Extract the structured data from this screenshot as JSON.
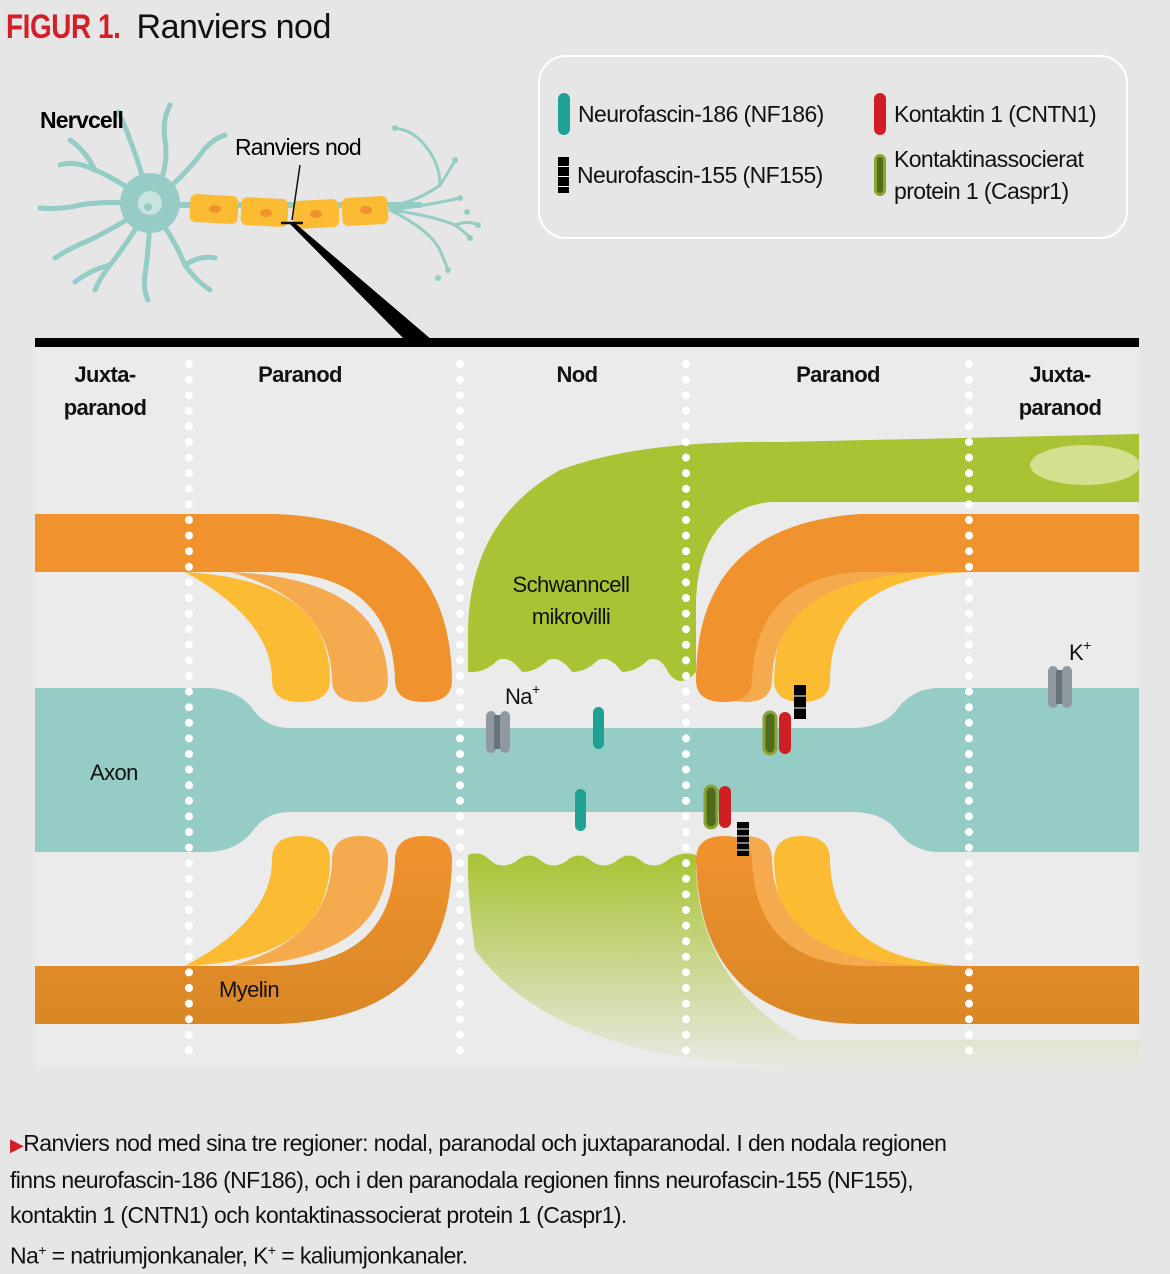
{
  "title": {
    "figure_label": "FIGUR 1.",
    "name": "Ranviers nod"
  },
  "overview": {
    "cell_label": "Nervcell",
    "node_label": "Ranviers nod"
  },
  "legend": {
    "items": [
      {
        "label": "Neurofascin-186 (NF186)",
        "color": "#1fa193",
        "icon": "teal-bar-icon"
      },
      {
        "label": "Neurofascin-155 (NF155)",
        "color": "#000000",
        "icon": "black-segmented-bar-icon"
      },
      {
        "label": "Kontaktin 1 (CNTN1)",
        "color": "#cf1f24",
        "icon": "red-bar-icon"
      },
      {
        "label_line1": "Kontaktinassocierat",
        "label_line2": "protein 1 (Caspr1)",
        "color": "#7f9c2a",
        "icon": "green-outlined-bar-icon"
      }
    ]
  },
  "regions": {
    "juxta_left": {
      "line1": "Juxta-",
      "line2": "paranod"
    },
    "paranod_left": "Paranod",
    "nod": "Nod",
    "paranod_right": "Paranod",
    "juxta_right": {
      "line1": "Juxta-",
      "line2": "paranod"
    }
  },
  "structures": {
    "schwann_line1": "Schwanncell",
    "schwann_line2": "mikrovilli",
    "axon": "Axon",
    "myelin": "Myelin",
    "na_channel": {
      "base": "Na",
      "sup": "+"
    },
    "k_channel": {
      "base": "K",
      "sup": "+"
    }
  },
  "colors": {
    "background": "#e6e6e6",
    "axon": "#96ccc6",
    "myelin_dark": "#f0932e",
    "myelin_mid": "#f5aa4d",
    "myelin_light": "#fbbb33",
    "schwann": "#a8c434",
    "schwann_nucleus": "#d2e08f",
    "channel": "#9099a0",
    "accent_red": "#d51e27"
  },
  "caption": {
    "line1": "Ranviers nod med sina tre regioner: nodal, paranodal och juxtaparanodal. I den nodala regionen",
    "line2": "finns neurofascin-186 (NF186), och i den paranodala regionen finns neurofascin-155 (NF155),",
    "line3": "kontaktin 1 (CNTN1) och kontaktinassocierat protein 1 (Caspr1).",
    "line4_na": "Na",
    "line4_mid": " = natriumjonkanaler, K",
    "line4_end": " = kaliumjonkanaler.",
    "sup": "+"
  }
}
